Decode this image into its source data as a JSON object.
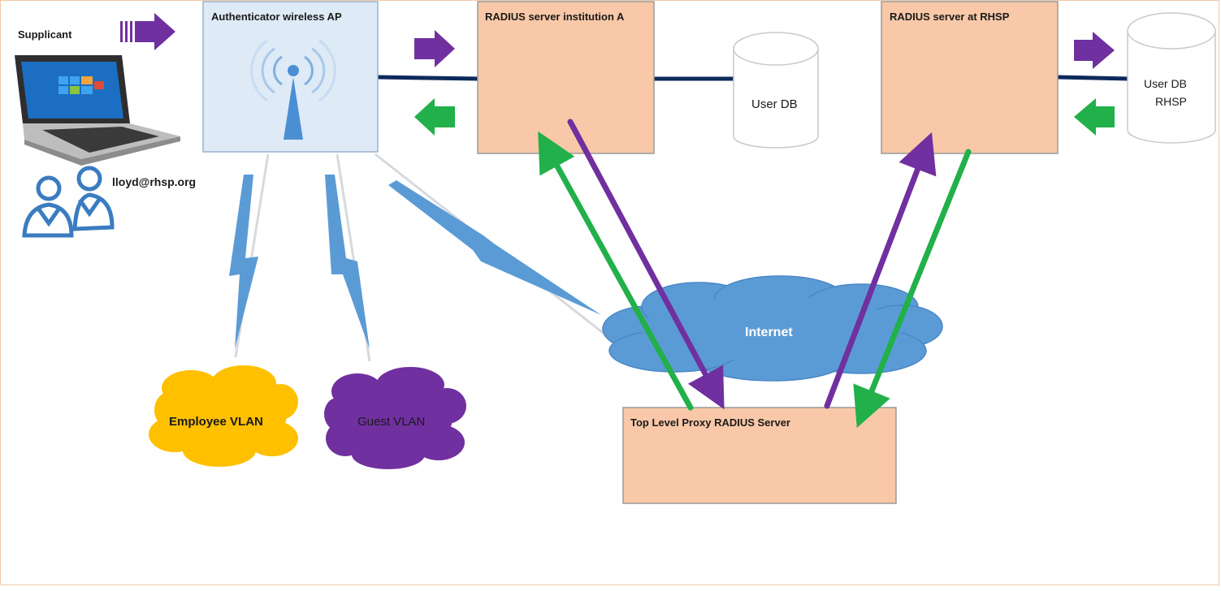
{
  "labels": {
    "supplicant": "Supplicant",
    "user_email": "lloyd@rhsp.org",
    "authenticator": "Authenticator wireless AP",
    "radius_a": "RADIUS server institution A",
    "user_db": "User DB",
    "radius_rhsp": "RADIUS server at RHSP",
    "user_db_rhsp_line1": "User DB",
    "user_db_rhsp_line2": "RHSP",
    "internet": "Internet",
    "employee_vlan": "Employee VLAN",
    "guest_vlan": "Guest VLAN",
    "top_proxy": "Top Level Proxy RADIUS Server"
  },
  "colors": {
    "server_fill": "#f8c8a8",
    "ap_fill": "#deeaf6",
    "link_line": "#0e2a5c",
    "request_arrow": "#7030a0",
    "response_arrow": "#22b04a",
    "wireless_bolt": "#5b9bd5",
    "internet_cloud": "#5b9bd5",
    "employee_cloud": "#ffc000",
    "guest_cloud": "#7030a0"
  },
  "icons": [
    "laptop-icon",
    "users-icon",
    "wireless-antenna-icon",
    "database-icon",
    "cloud-icon",
    "lightning-bolt-icon",
    "block-arrow-icon"
  ]
}
